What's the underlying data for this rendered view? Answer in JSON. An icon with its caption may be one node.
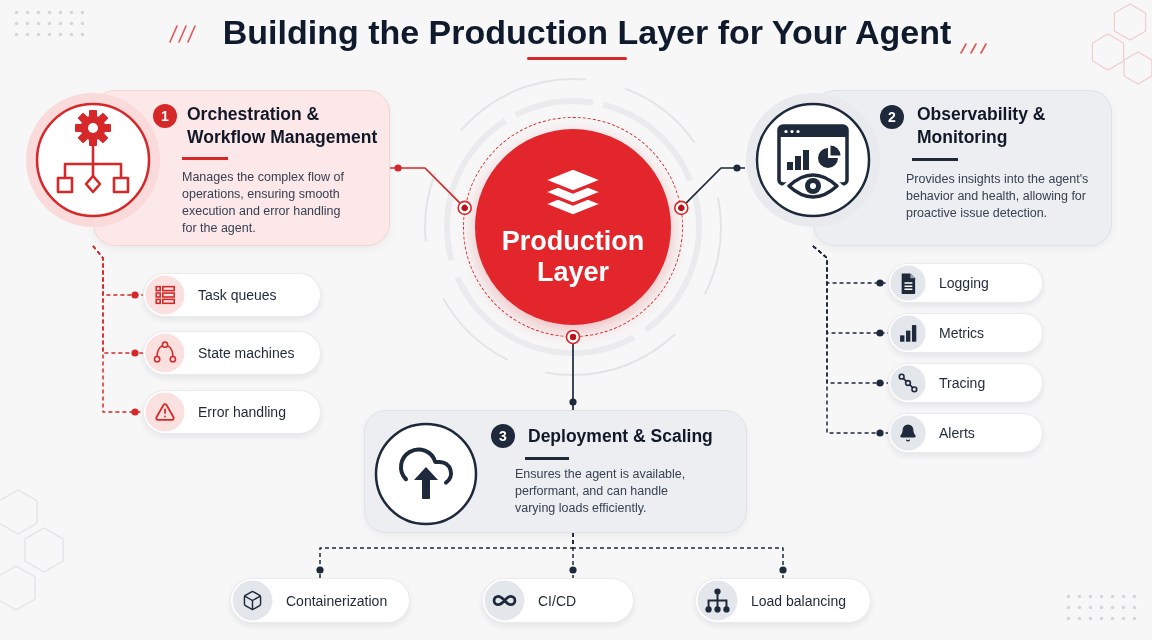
{
  "diagram": {
    "title": "Building the Production Layer for Your Agent",
    "nodes": [
      {
        "text": [
          "1",
          "Orchestration & Workflow Management",
          "Manages the complex flow of operations, ensuring smooth execution and error handling for the agent."
        ]
      },
      {
        "text": [
          "Production Layer"
        ]
      },
      {
        "text": [
          "2",
          "Observability & Monitoring",
          "Provides insights into the agent's behavior and health, allowing for proactive issue detection."
        ]
      },
      {
        "text": [
          "Task queues"
        ]
      },
      {
        "text": [
          "State machines"
        ]
      },
      {
        "text": [
          "Error handling"
        ]
      },
      {
        "text": [
          "Logging"
        ]
      },
      {
        "text": [
          "Metrics"
        ]
      },
      {
        "text": [
          "Tracing"
        ]
      },
      {
        "text": [
          "Alerts"
        ]
      },
      {
        "text": [
          "3",
          "Deployment & Scaling",
          "Ensures the agent is available, performant, and can handle varying loads efficiently."
        ]
      },
      {
        "text": [
          "Containerization"
        ]
      },
      {
        "text": [
          "CI/CD"
        ]
      },
      {
        "text": [
          "Load balancing"
        ]
      }
    ],
    "edges": [
      {
        "from": 1,
        "to": 0,
        "arrow": "other",
        "color": "#d62828"
      },
      {
        "from": 1,
        "to": 2,
        "arrow": "other"
      },
      {
        "from": 1,
        "to": 10,
        "arrow": "other"
      },
      {
        "from": 0,
        "to": 3,
        "arrow": "other",
        "style": "dashed",
        "color": "#d62828"
      },
      {
        "from": 0,
        "to": 4,
        "arrow": "other",
        "style": "dashed",
        "color": "#d62828"
      },
      {
        "from": 0,
        "to": 5,
        "arrow": "other",
        "style": "dashed",
        "color": "#d62828"
      },
      {
        "from": 2,
        "to": 6,
        "arrow": "other",
        "style": "dashed"
      },
      {
        "from": 2,
        "to": 7,
        "arrow": "other",
        "style": "dashed"
      },
      {
        "from": 2,
        "to": 8,
        "arrow": "other",
        "style": "dashed"
      },
      {
        "from": 2,
        "to": 9,
        "arrow": "other",
        "style": "dashed"
      },
      {
        "from": 10,
        "to": 11,
        "arrow": "other",
        "style": "dashed"
      },
      {
        "from": 10,
        "to": 12,
        "arrow": "other",
        "style": "dashed"
      },
      {
        "from": 10,
        "to": 13,
        "arrow": "other",
        "style": "dashed"
      }
    ]
  }
}
